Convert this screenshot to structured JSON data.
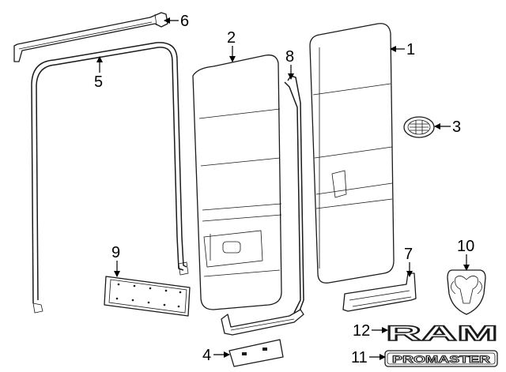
{
  "callouts": [
    {
      "id": "1",
      "label": "1"
    },
    {
      "id": "2",
      "label": "2"
    },
    {
      "id": "3",
      "label": "3"
    },
    {
      "id": "4",
      "label": "4"
    },
    {
      "id": "5",
      "label": "5"
    },
    {
      "id": "6",
      "label": "6"
    },
    {
      "id": "7",
      "label": "7"
    },
    {
      "id": "8",
      "label": "8"
    },
    {
      "id": "9",
      "label": "9"
    },
    {
      "id": "10",
      "label": "10"
    },
    {
      "id": "11",
      "label": "11"
    },
    {
      "id": "12",
      "label": "12"
    }
  ],
  "emblems": {
    "ram_nameplate": "RAM",
    "promaster_nameplate": "PROMASTER"
  },
  "colors": {
    "line": "#1a1a1a",
    "background": "#ffffff"
  }
}
